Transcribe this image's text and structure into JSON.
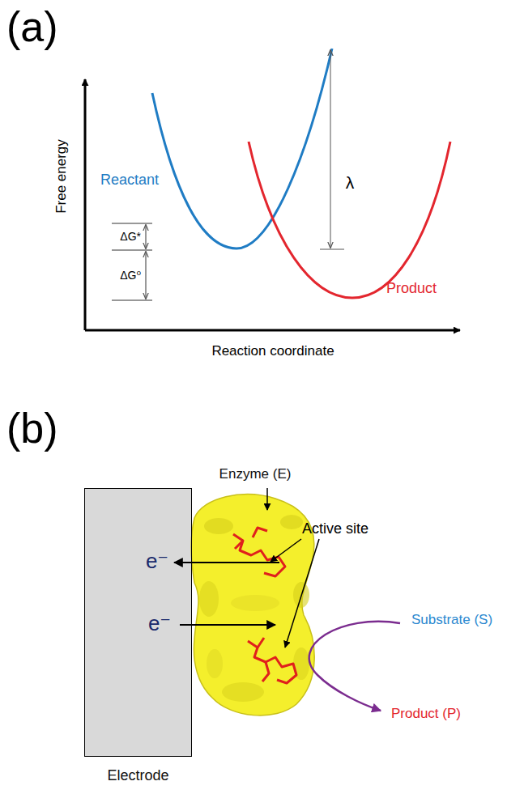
{
  "diagram": {
    "nodes": [
      {
        "text": [
          "Electrode"
        ]
      },
      {
        "text": [
          "Enzyme (E)"
        ]
      }
    ],
    "edges": [
      {
        "from": 1,
        "to": 0,
        "arrow": "to",
        "label": "e⁻"
      },
      {
        "from": 0,
        "to": 1,
        "arrow": "to",
        "label": "e⁻"
      }
    ],
    "labels": [
      "(a)",
      "Free energy",
      "Reactant",
      "ΔG*",
      "ΔG⁰",
      "λ",
      "Product",
      "Reaction coordinate",
      "(b)",
      "Active site",
      "Substrate (S)",
      "Product (P)"
    ]
  }
}
